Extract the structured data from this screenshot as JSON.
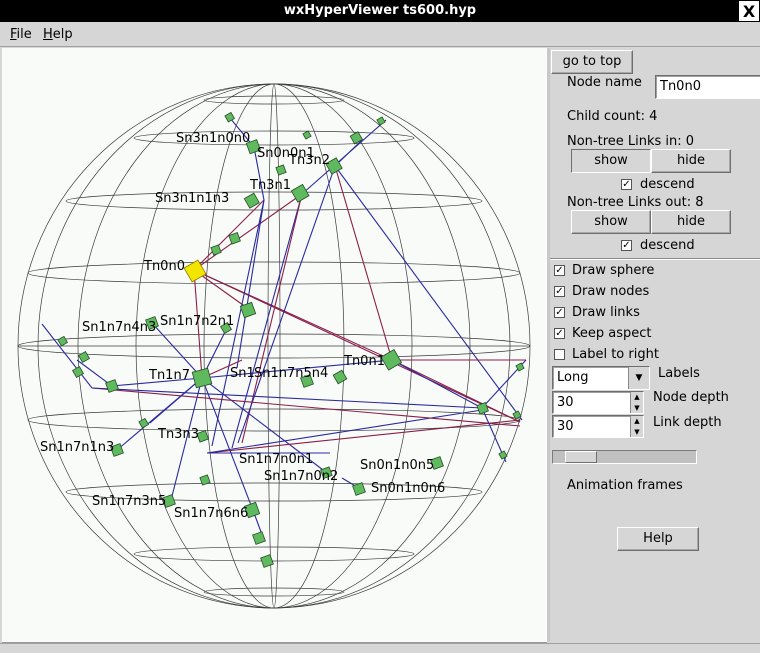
{
  "window": {
    "title": "wxHyperViewer ts600.hyp",
    "close_glyph": "X"
  },
  "menu": [
    {
      "label": "File",
      "underline": "F",
      "rest": "ile"
    },
    {
      "label": "Help",
      "underline": "H",
      "rest": "elp"
    }
  ],
  "graph": {
    "highlight_color": "#f2e600",
    "node_color": "#5fb95f",
    "link_colors": [
      "#2a2a9e",
      "#8a1f4a"
    ],
    "labels": [
      "Sn3n1n0n0",
      "Sn0n0n1",
      "Tn3n2",
      "Tn3n1",
      "Sn3n1n1n3",
      "Tn0n0",
      "Sn1n7n4n3",
      "Sn1n7n2n1",
      "Tn0n1",
      "Tn1n7",
      "Sn1",
      "Sn1n7n5n4",
      "Tn3n3",
      "Sn1n7n1n3",
      "Sn1n7n0n1",
      "Sn0n1n0n5",
      "Sn1n7n0n2",
      "Sn0n1n0n6",
      "Sn1n7n3n5",
      "Sn1n7n6n6"
    ]
  },
  "panel": {
    "go_to_top": "go to top",
    "node_name_label": "Node name",
    "node_name_value": "Tn0n0",
    "child_count": "Child count:  4",
    "links_in": "Non-tree Links in:  0",
    "show": "show",
    "hide": "hide",
    "descend": "descend",
    "links_out": "Non-tree Links out:  8",
    "check_glyph": "✓",
    "draw_sphere": "Draw sphere",
    "draw_nodes": "Draw nodes",
    "draw_links": "Draw links",
    "keep_aspect": "Keep aspect",
    "label_to_right": "Label to right",
    "labels_mode": "Long",
    "labels_label": "Labels",
    "node_depth_value": "30",
    "node_depth_label": "Node depth",
    "link_depth_value": "30",
    "link_depth_label": "Link depth",
    "animation_frames_label": "Animation frames",
    "help": "Help",
    "spin_up": "▲",
    "spin_down": "▼",
    "dropdown_arrow": "▼"
  }
}
